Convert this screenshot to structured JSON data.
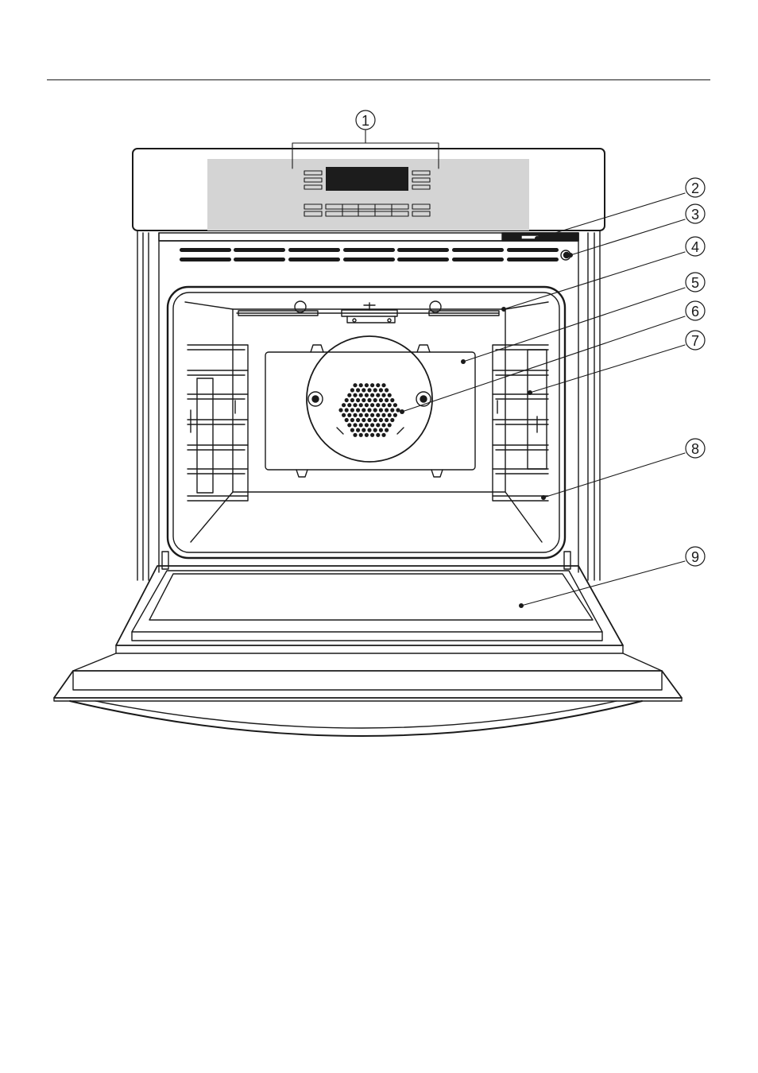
{
  "figure": {
    "callouts": [
      {
        "id": "1",
        "label": "1"
      },
      {
        "id": "2",
        "label": "2"
      },
      {
        "id": "3",
        "label": "3"
      },
      {
        "id": "4",
        "label": "4"
      },
      {
        "id": "5",
        "label": "5"
      },
      {
        "id": "6",
        "label": "6"
      },
      {
        "id": "7",
        "label": "7"
      },
      {
        "id": "8",
        "label": "8"
      },
      {
        "id": "9",
        "label": "9"
      }
    ]
  },
  "colors": {
    "line": "#1a1a1a",
    "panel": "#d4d4d4",
    "display": "#1c1c1c",
    "background": "#ffffff"
  }
}
